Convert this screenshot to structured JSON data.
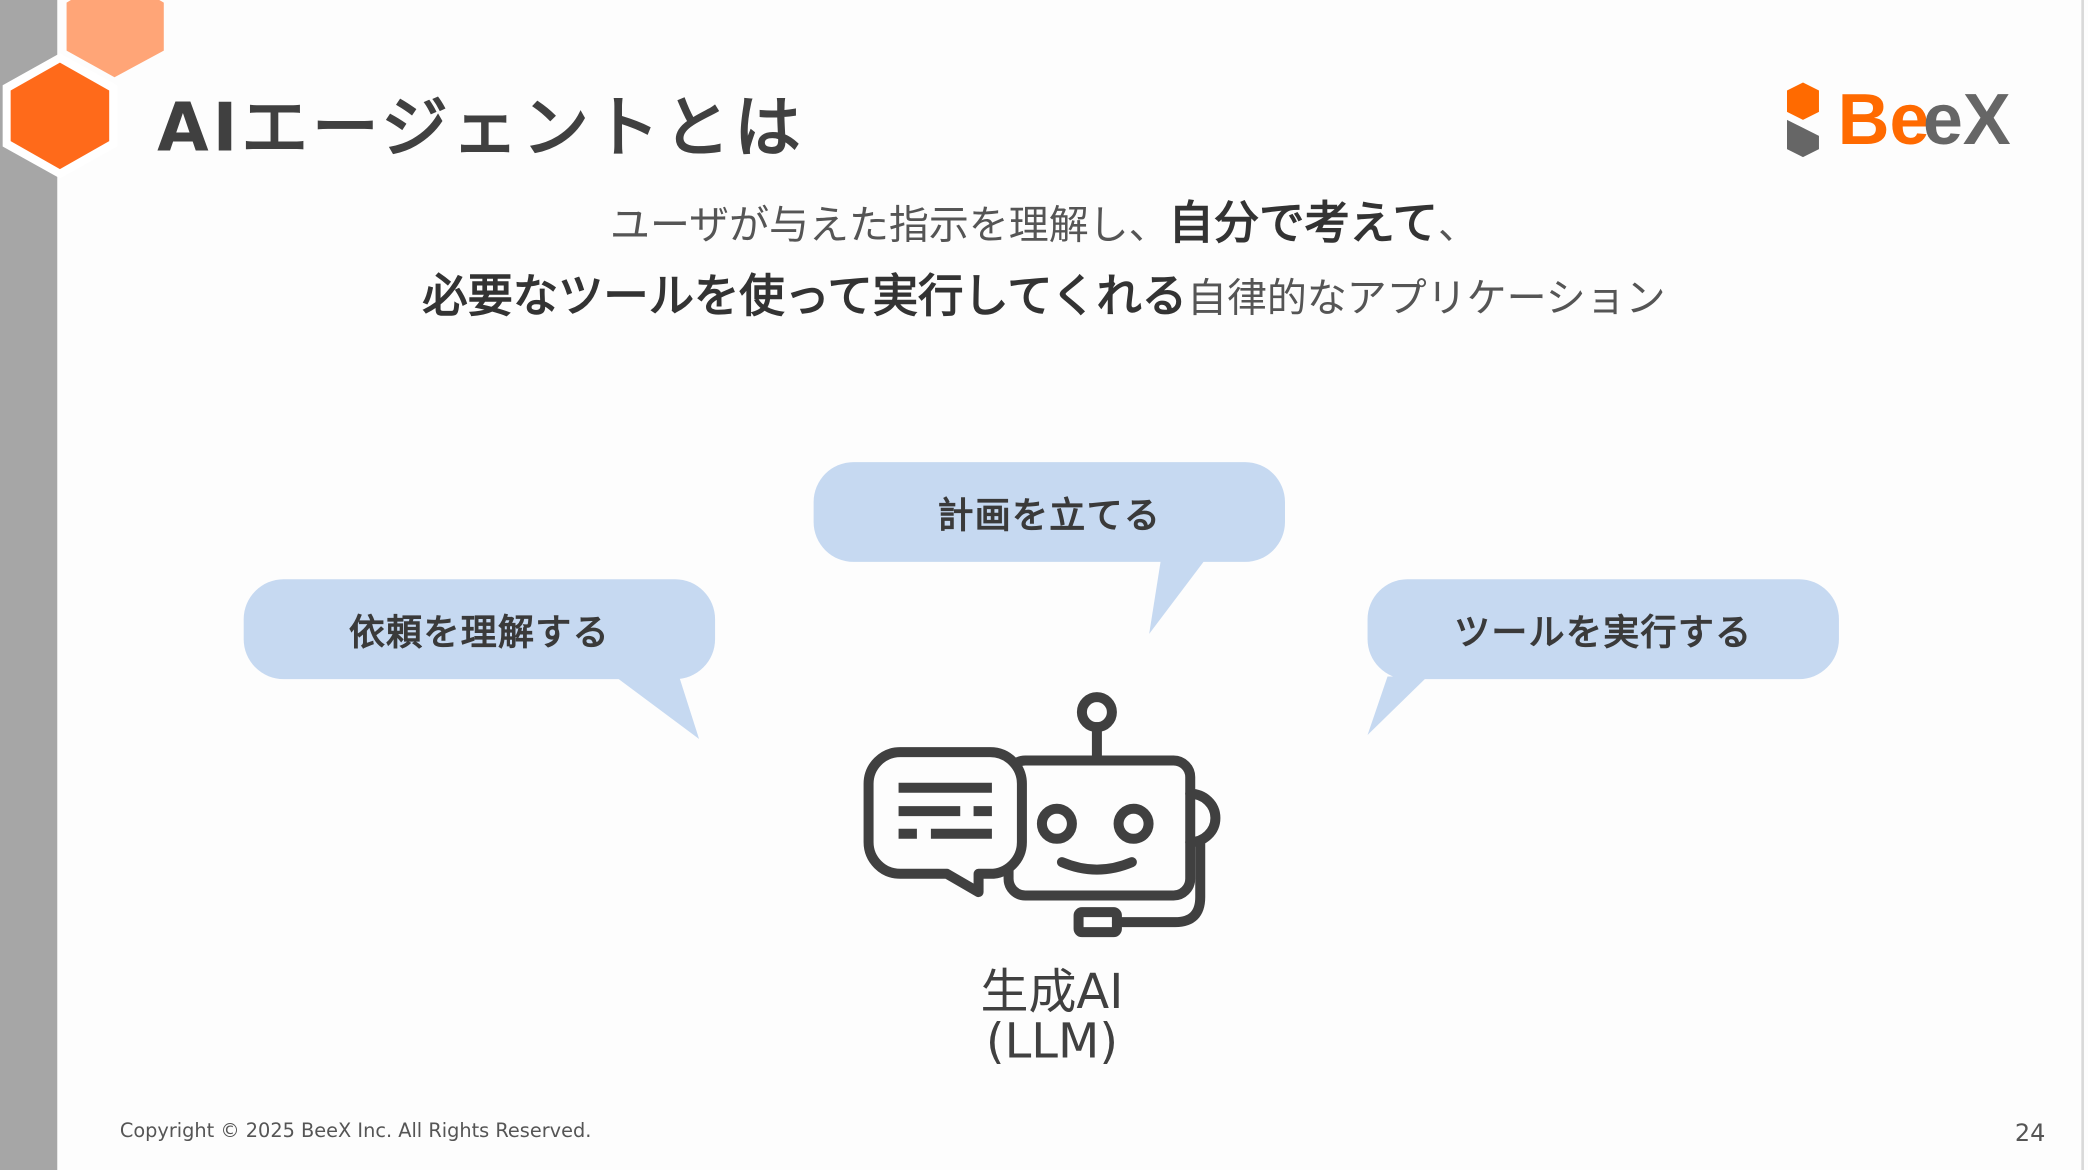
{
  "slide": {
    "title": "AIエージェントとは",
    "subtitle": {
      "line1_normal": "ユーザが与えた指示を理解し、",
      "line1_bold": "自分で考えて",
      "line1_end": "、",
      "line2_bold": "必要なツールを使って実行してくれる",
      "line2_normal": "自律的なアプリケーション"
    },
    "bubbles": [
      "依頼を理解する",
      "計画を立てる",
      "ツールを実行する"
    ],
    "center_label": [
      "生成AI",
      "(LLM)"
    ],
    "logo_text": "BeeX",
    "footer": "Copyright © 2025 BeeX Inc. All Rights Reserved.",
    "page_number": "24"
  },
  "colors": {
    "accent": "#ff6a1a",
    "accent_light": "#ffa577",
    "bubble": "#c6d9f1",
    "sidebar": "#a6a6a6",
    "text": "#404040"
  }
}
